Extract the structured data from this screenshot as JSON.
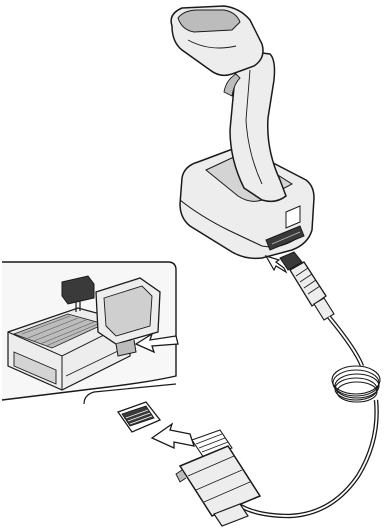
{
  "figure": {
    "kind": "line-art installation illustration",
    "parts": [
      "barcode-scanner",
      "scanner-cradle",
      "cable-connector",
      "coiled-cable",
      "pos-terminal",
      "host-port",
      "interface-plug",
      "insert-arrow"
    ],
    "colors": {
      "background": "#ffffff",
      "outline": "#1a1a1a",
      "light_fill": "#ededed",
      "mid_fill": "#bcbcbc",
      "dark_fill": "#3a3a3a",
      "arrow_fill": "#ffffff"
    }
  }
}
